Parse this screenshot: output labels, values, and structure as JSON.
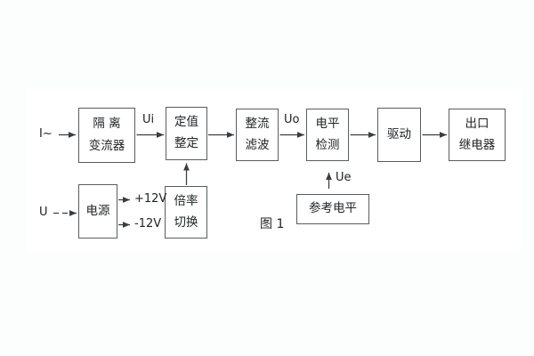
{
  "figure": {
    "caption": "图 1"
  },
  "blocks": {
    "isolation": {
      "line1": "隔 离",
      "line2": "变流器"
    },
    "setpoint": {
      "line1": "定值",
      "line2": "整定"
    },
    "rectifier": {
      "line1": "整流",
      "line2": "滤波"
    },
    "level_detect": {
      "line1": "电平",
      "line2": "检测"
    },
    "drive": {
      "line1": "驱动"
    },
    "output_relay": {
      "line1": "出口",
      "line2": "继电器"
    },
    "power": {
      "line1": "电源"
    },
    "ratio_switch": {
      "line1": "倍率",
      "line2": "切换"
    },
    "reference_level": {
      "line1": "参考电平"
    }
  },
  "signals": {
    "input_current": "I~",
    "input_voltage": "U",
    "ui": "Ui",
    "uo": "Uo",
    "ue": "Ue",
    "plus_12v": "+12V",
    "minus_12v": "-12V"
  },
  "colors": {
    "line": "#3a3d3f",
    "text": "#202325",
    "background": "#ffffff"
  }
}
